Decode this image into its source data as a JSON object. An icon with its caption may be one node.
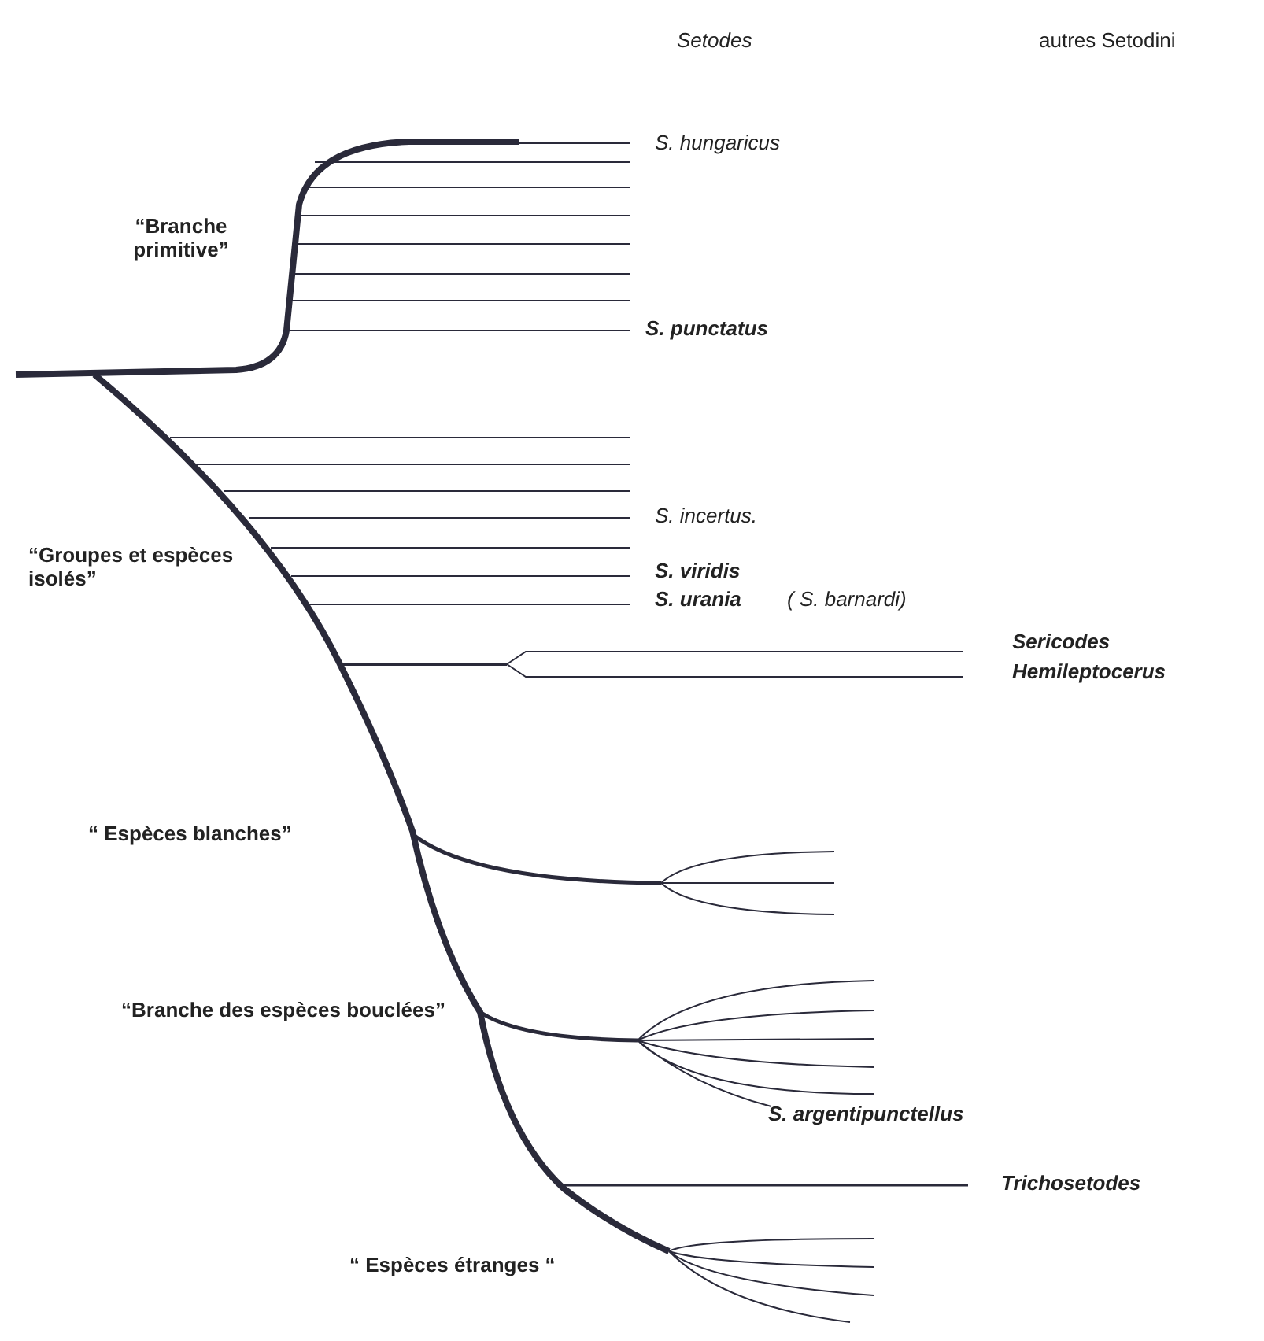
{
  "diagram": {
    "labels": [
      "Setodes",
      "autres Setodini",
      "S. hungaricus",
      "“Branche primitive”",
      "S. punctatus",
      "S. incertus.",
      "“Groupes et espèces isolés”",
      "S. viridis",
      "S. urania",
      "( S. barnardi)",
      "Sericodes",
      "Hemileptocerus",
      "“ Espèces blanches”",
      "“Branche des espèces bouclées”",
      "S. argentipunctellus",
      "Trichosetodes",
      "“ Espèces étranges “"
    ]
  }
}
